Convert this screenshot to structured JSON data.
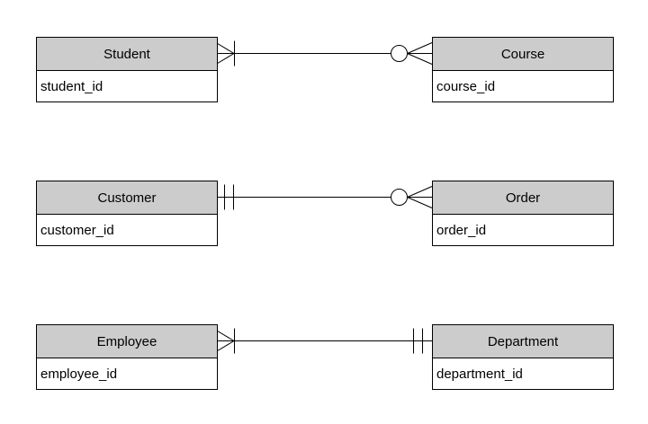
{
  "diagram": {
    "type": "entity-relationship-diagram",
    "notation": "crows-foot",
    "background_color": "#ffffff",
    "entity_header_fill": "#cccccc",
    "entity_body_fill": "#ffffff",
    "border_color": "#000000",
    "text_color": "#000000",
    "entities": [
      {
        "id": "student",
        "name": "Student",
        "attribute": "student_id"
      },
      {
        "id": "course",
        "name": "Course",
        "attribute": "course_id"
      },
      {
        "id": "customer",
        "name": "Customer",
        "attribute": "customer_id"
      },
      {
        "id": "order",
        "name": "Order",
        "attribute": "order_id"
      },
      {
        "id": "employee",
        "name": "Employee",
        "attribute": "employee_id"
      },
      {
        "id": "department",
        "name": "Department",
        "attribute": "department_id"
      }
    ],
    "relationships": [
      {
        "left_entity": "Student",
        "right_entity": "Course",
        "left_end_cardinality": "one-or-many",
        "left_end_symbol": "crow's foot with bar",
        "right_end_cardinality": "zero-or-many",
        "right_end_symbol": "circle with crow's foot"
      },
      {
        "left_entity": "Customer",
        "right_entity": "Order",
        "left_end_cardinality": "exactly-one",
        "left_end_symbol": "double bar",
        "right_end_cardinality": "zero-or-many",
        "right_end_symbol": "circle with crow's foot"
      },
      {
        "left_entity": "Employee",
        "right_entity": "Department",
        "left_end_cardinality": "one-or-many",
        "left_end_symbol": "crow's foot with bar",
        "right_end_cardinality": "exactly-one",
        "right_end_symbol": "double bar"
      }
    ]
  }
}
